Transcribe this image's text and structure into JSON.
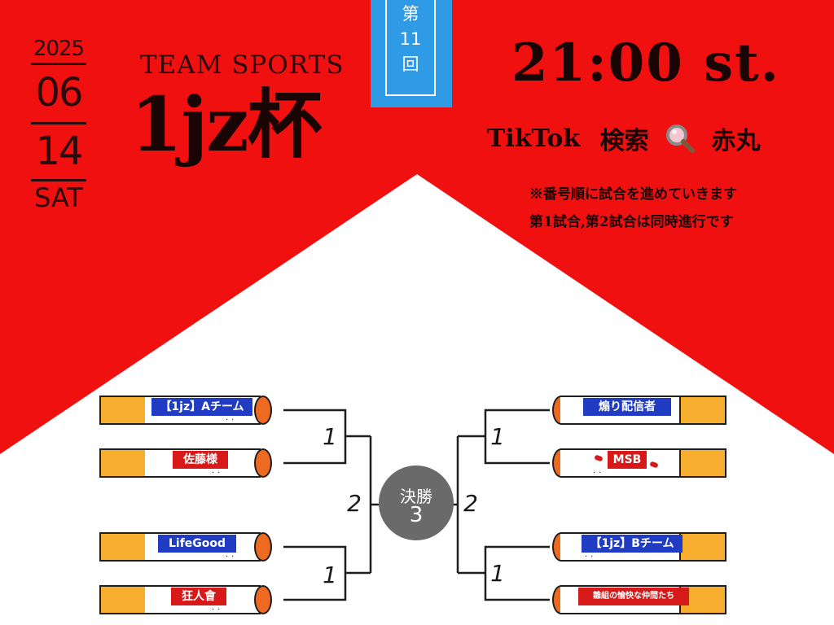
{
  "event": {
    "date": {
      "year": "2025",
      "month": "06",
      "day": "14",
      "weekday": "SAT"
    },
    "subtitle": "TEAM SPORTS",
    "title": "1jz杯",
    "round_badge": [
      "第",
      "11",
      "回"
    ],
    "start_time": "21:00 st.",
    "platform": "TikTok",
    "search_label": "検索",
    "search_icon": "magnifier-icon",
    "streamer": "赤丸",
    "notes": [
      "※番号順に試合を進めていきます",
      "第1試合,第2試合は同時進行です"
    ]
  },
  "bracket": {
    "left_teams": [
      {
        "name": "【1jz】Aチーム",
        "color": "blue"
      },
      {
        "name": "佐藤様",
        "color": "red"
      },
      {
        "name": "LifeGood",
        "color": "blue"
      },
      {
        "name": "狂人會",
        "color": "red"
      }
    ],
    "right_teams": [
      {
        "name": "煽り配信者",
        "color": "blue"
      },
      {
        "name": "MSB",
        "color": "red"
      },
      {
        "name": "【1jz】Bチーム",
        "color": "blue"
      },
      {
        "name": "雛組の愉快な仲間たち",
        "color": "red"
      }
    ],
    "round_numbers": {
      "first_round": "1",
      "semi_final": "2"
    },
    "final": {
      "label": "決勝",
      "number": "3"
    }
  },
  "colors": {
    "background_red": "#f01010",
    "badge_blue": "#2f9ae6",
    "team_stub_orange": "#f7ad2e",
    "team_tip_orange": "#ef6a21",
    "label_blue": "#1f3cc2",
    "label_red": "#d81919",
    "final_circle_gray": "#6a6a6a"
  }
}
